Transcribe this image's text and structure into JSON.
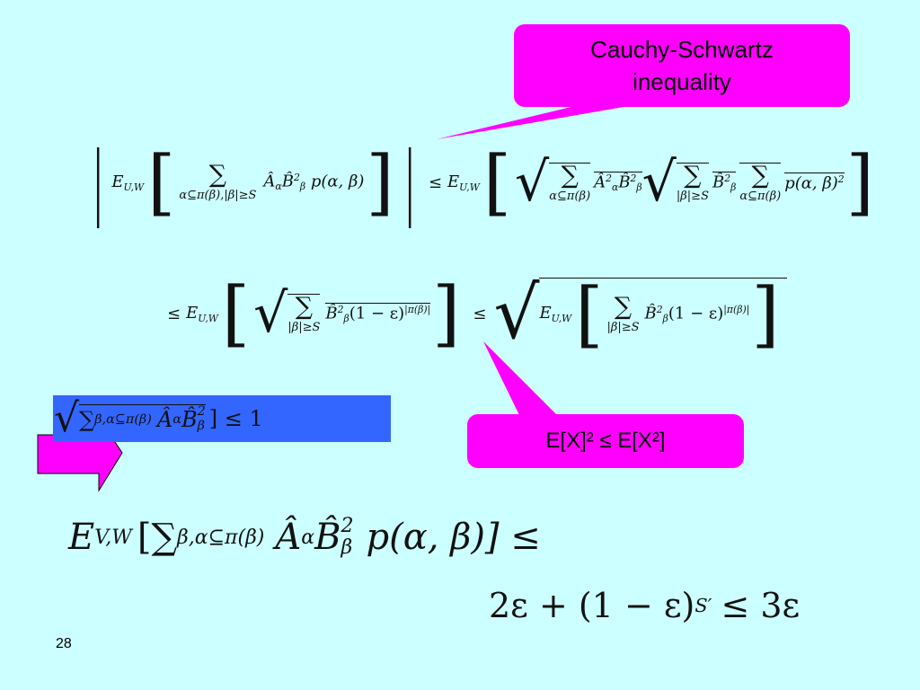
{
  "slide": {
    "number": "28",
    "background": "#ccffff",
    "accent": "#ff00ff",
    "highlight_color": "#3366ff"
  },
  "callouts": {
    "cauchy": {
      "line1": "Cauchy-Schwartz",
      "line2": "inequality"
    },
    "expectation": {
      "text": "E[X]² ≤ E[X²]"
    }
  },
  "equations": {
    "line1": {
      "lhs_expect": "E",
      "lhs_sub": "U,W",
      "sum1_limits": "α⊆π(β),|β|≥S",
      "sum1_term": "Â",
      "sum1_term_sub": "α",
      "sum1_term_b": "B̂",
      "sum1_term_b_sup": "2",
      "sum1_term_b_sub": "β",
      "sum1_tail": "p(α, β)",
      "rel": "≤",
      "rhs_expect": "E",
      "rhs_sub": "U,W",
      "sqrt1_limits": "α⊆π(β)",
      "sqrt1_term": "Â",
      "sqrt1_term_sup": "2",
      "sqrt1_term_sub": "α",
      "sqrt1_term_b": "B̂",
      "sqrt1_term_b_sup": "2",
      "sqrt1_term_b_sub": "β",
      "sqrt2_limits_a": "|β|≥S",
      "sqrt2_term": "B̂",
      "sqrt2_term_sup": "2",
      "sqrt2_term_sub": "β",
      "sqrt2_limits_b": "α⊆π(β)",
      "sqrt2_tail": "p(α, β)",
      "sqrt2_tail_sup": "2"
    },
    "line2": {
      "rel1": "≤",
      "expect": "E",
      "expect_sub": "U,W",
      "sum_limits": "|β|≥S",
      "term": "B̂",
      "term_sup": "2",
      "term_sub": "β",
      "factor": "(1 − ε)",
      "factor_sup": "|π(β)|",
      "rel2": "≤",
      "expect2": "E",
      "expect2_sub": "U,W",
      "sum2_limits": "|β|≥S",
      "term2": "B̂",
      "term2_sup": "2",
      "term2_sub": "β",
      "factor2": "(1 − ε)",
      "factor2_sup": "|π(β)|"
    },
    "highlight": {
      "sum": "∑",
      "sum_sub": "β,α⊆π(β)",
      "term": "Â",
      "term_sub": "α",
      "term_b": "B̂",
      "term_b_sup": "2",
      "term_b_sub": "β",
      "tail": "] ≤ 1"
    },
    "final": {
      "expect": "E",
      "expect_sub": "V,W",
      "open": "[",
      "sum": "∑",
      "sum_sub": "β,α⊆π(β)",
      "term": "Â",
      "term_sub": "α",
      "term_b": "B̂",
      "term_b_sup": "2",
      "term_b_sub": "β",
      "tail": "p(α, β)] ≤",
      "line2_a": "2ε + (1 − ε)",
      "line2_sup": "S′",
      "line2_b": "≤ 3ε"
    }
  }
}
